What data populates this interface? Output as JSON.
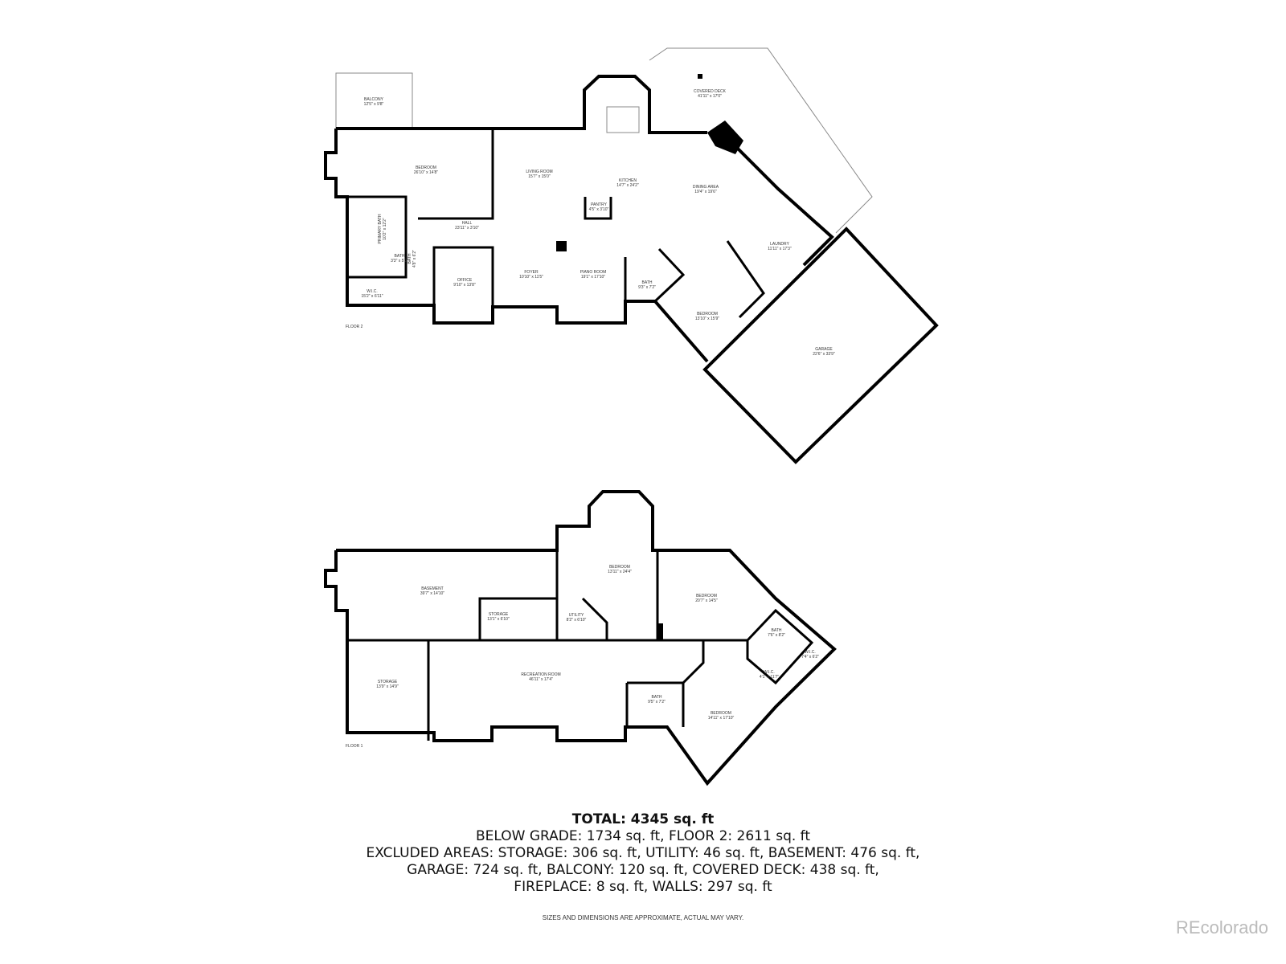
{
  "floor2": {
    "label": "FLOOR 2",
    "rooms": [
      {
        "name": "BALCONY",
        "dims": "12'5\" x 9'8\""
      },
      {
        "name": "BEDROOM",
        "dims": "26'10\" x 14'8\""
      },
      {
        "name": "LIVING ROOM",
        "dims": "15'7\" x 15'0\""
      },
      {
        "name": "KITCHEN",
        "dims": "14'7\" x 24'2\""
      },
      {
        "name": "PANTRY",
        "dims": "4'5\" x 3'10\""
      },
      {
        "name": "COVERED DECK",
        "dims": "41'11\" x 17'0\""
      },
      {
        "name": "DINING AREA",
        "dims": "19'4\" x 19'6\""
      },
      {
        "name": "HALL",
        "dims": "23'11\" x 3'10\""
      },
      {
        "name": "PRIMARY BATH",
        "dims": "10'2\" x 12'2\""
      },
      {
        "name": "BATH",
        "dims": "3'3\" x 5'0\""
      },
      {
        "name": "BATH",
        "dims": "4'8\" x 6'2\""
      },
      {
        "name": "OFFICE",
        "dims": "9'10\" x 13'8\""
      },
      {
        "name": "FOYER",
        "dims": "10'10\" x 11'5\""
      },
      {
        "name": "PIANO ROOM",
        "dims": "19'1\" x 17'10\""
      },
      {
        "name": "BATH",
        "dims": "9'3\" x 7'2\""
      },
      {
        "name": "LAUNDRY",
        "dims": "11'11\" x 17'3\""
      },
      {
        "name": "BEDROOM",
        "dims": "13'10\" x 15'9\""
      },
      {
        "name": "W.I.C.",
        "dims": "15'2\" x 6'11\""
      },
      {
        "name": "GARAGE",
        "dims": "22'6\" x 33'9\""
      }
    ]
  },
  "floor1": {
    "label": "FLOOR 1",
    "rooms": [
      {
        "name": "BASEMENT",
        "dims": "39'7\" x 14'10\""
      },
      {
        "name": "STORAGE",
        "dims": "13'1\" x 6'10\""
      },
      {
        "name": "UTILITY",
        "dims": "8'2\" x 6'10\""
      },
      {
        "name": "BEDROOM",
        "dims": "13'11\" x 24'4\""
      },
      {
        "name": "BEDROOM",
        "dims": "20'7\" x 14'5\""
      },
      {
        "name": "BATH",
        "dims": "7'6\" x 8'2\""
      },
      {
        "name": "W.I.C.",
        "dims": "7'4\" x 6'2\""
      },
      {
        "name": "W.I.C.",
        "dims": "4'1\" x 11'7\""
      },
      {
        "name": "STORAGE",
        "dims": "13'9\" x 14'9\""
      },
      {
        "name": "RECREATION ROOM",
        "dims": "46'11\" x 17'4\""
      },
      {
        "name": "BATH",
        "dims": "9'5\" x 7'2\""
      },
      {
        "name": "BEDROOM",
        "dims": "14'11\" x 17'10\""
      }
    ]
  },
  "summary": {
    "total": "TOTAL: 4345 sq. ft",
    "line1": "BELOW GRADE: 1734 sq. ft, FLOOR 2: 2611 sq. ft",
    "line2": "EXCLUDED AREAS: STORAGE: 306 sq. ft, UTILITY: 46 sq. ft, BASEMENT: 476 sq. ft,",
    "line3": "GARAGE: 724 sq. ft, BALCONY: 120 sq. ft, COVERED DECK: 438 sq. ft,",
    "line4": "FIREPLACE: 8 sq. ft, WALLS: 297 sq. ft"
  },
  "disclaimer": "SIZES AND DIMENSIONS ARE APPROXIMATE, ACTUAL MAY VARY.",
  "logo": "REcolorado"
}
